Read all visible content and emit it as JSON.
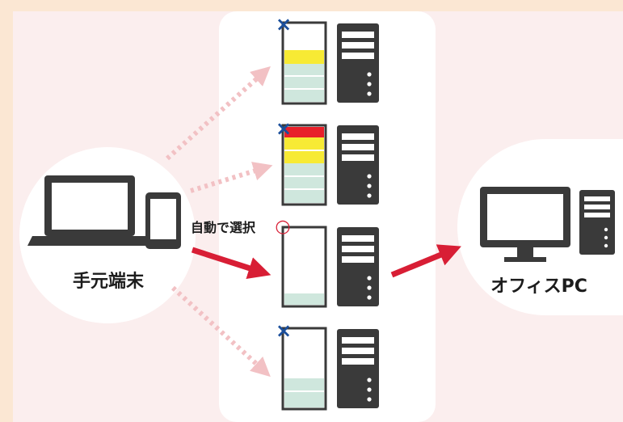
{
  "diagram": {
    "client_label": "手元端末",
    "office_label": "オフィスPC",
    "auto_select_label": "自動で選択",
    "servers": [
      {
        "status": "unavailable",
        "mark": "×"
      },
      {
        "status": "unavailable",
        "mark": "×"
      },
      {
        "status": "selected",
        "mark": "○"
      },
      {
        "status": "unavailable",
        "mark": "×"
      }
    ],
    "colors": {
      "background": "#fbe7d3",
      "panel": "#fbeeee",
      "device_dark": "#3a3a3a",
      "load_green": "#cfe7dd",
      "load_yellow": "#f7ea34",
      "load_red": "#e8202a",
      "arrow_active": "#d81e35",
      "arrow_inactive": "#f2c1c4",
      "mark_x": "#1b4f9c",
      "mark_o": "#d81e35"
    }
  }
}
